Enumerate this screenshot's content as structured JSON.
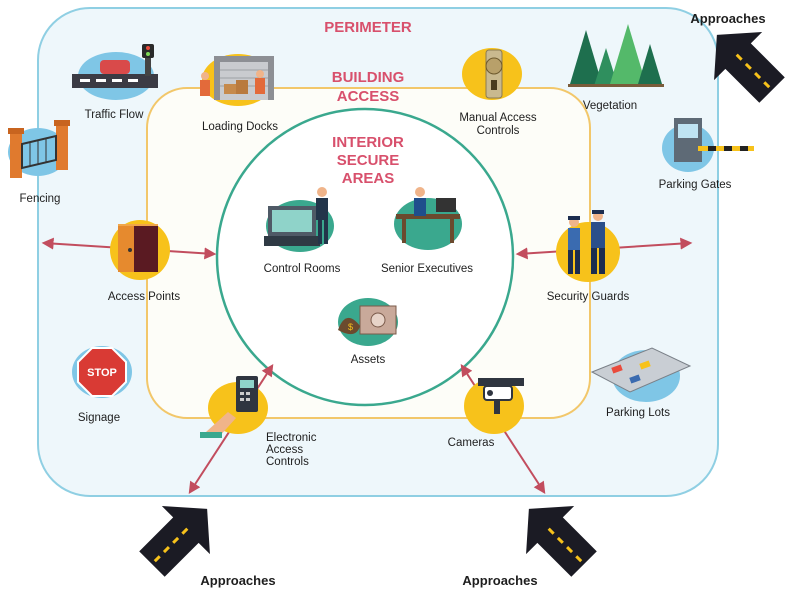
{
  "zones": {
    "perimeter": "PERIMETER",
    "building_access": [
      "BUILDING",
      "ACCESS"
    ],
    "interior": [
      "INTERIOR",
      "SECURE",
      "AREAS"
    ]
  },
  "labels": {
    "traffic_flow": "Traffic Flow",
    "loading_docks": "Loading Docks",
    "manual_access": [
      "Manual Access",
      "Controls"
    ],
    "vegetation": "Vegetation",
    "fencing": "Fencing",
    "parking_gates": "Parking Gates",
    "control_rooms": "Control Rooms",
    "senior_executives": "Senior Executives",
    "access_points": "Access Points",
    "security_guards": "Security Guards",
    "assets": "Assets",
    "signage": "Signage",
    "parking_lots": "Parking Lots",
    "electronic_access": [
      "Electronic",
      "Access",
      "Controls"
    ],
    "cameras": "Cameras",
    "approaches_top_right": "Approaches",
    "approaches_bottom_left": "Approaches",
    "approaches_bottom_right": "Approaches",
    "stop_sign": "STOP"
  },
  "colors": {
    "zone_text": "#d8506c",
    "perimeter_fill": "#eef7fb",
    "perimeter_stroke": "#8fcfe3",
    "building_stroke": "#f2c76a",
    "interior_stroke": "#3aa88e",
    "blob_yellow": "#f7c21b",
    "blob_blue": "#7fc6e6",
    "arrow_red": "#c24d5e",
    "road": "#1b1b24",
    "road_line": "#f7c21b"
  }
}
